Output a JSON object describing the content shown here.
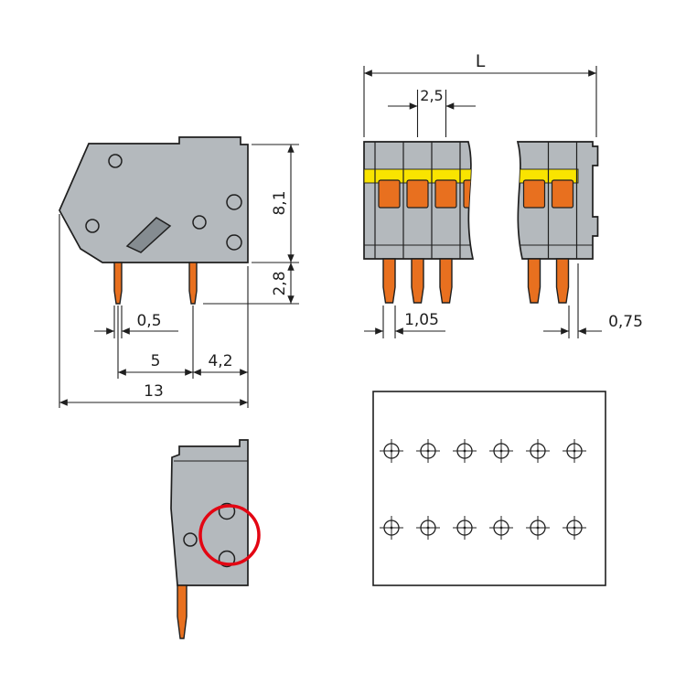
{
  "diagram": {
    "name": "terminal-block-dimension-drawing",
    "views": {
      "side": {
        "dims": {
          "pin_width": "0,5",
          "pitch": "5",
          "depth": "4,2",
          "width": "13",
          "height": "8,1",
          "pin_length": "2,8"
        }
      },
      "front": {
        "dims": {
          "length": "L",
          "pole_pitch": "2,5",
          "pin_width": "1,05",
          "end_offset": "0,75"
        }
      },
      "footprint": {
        "rows": 2,
        "cols": 6
      }
    }
  },
  "colors": {
    "bg": "#ffffff",
    "gray": "#b4b9bd",
    "gray_dark": "#858c91",
    "line": "#1f1f1f",
    "orange": "#e8701f",
    "yellow": "#f9e400",
    "red": "#e30613"
  }
}
